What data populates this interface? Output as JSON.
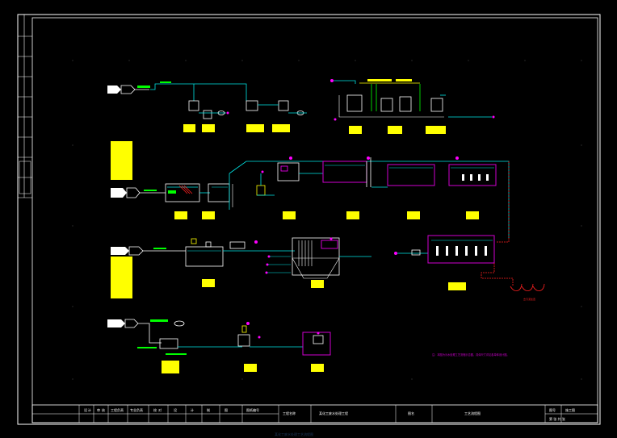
{
  "colors": {
    "background": "#000000",
    "frame": "#ffffff",
    "pipe_cyan": "#00e5e5",
    "pipe_green": "#00ff00",
    "pipe_red": "#ff2020",
    "label_yellow": "#ffff00",
    "equipment_white": "#ffffff",
    "valve_magenta": "#ff00ff",
    "tank_magenta": "#d000d0"
  },
  "title_block": {
    "row_labels": [
      "设",
      "计",
      "审",
      "核",
      "工程负责",
      "专业负责",
      "校",
      "对",
      "设",
      "计",
      "制",
      "图",
      "图纸编号"
    ],
    "project_name_label": "工程名称",
    "project_name": "某化工废水处理工程",
    "drawing_label": "图名",
    "drawing_title": "工艺流程图",
    "right_top": "图号",
    "right_top_value": "施工图",
    "right_bottom": "第 张 共 张"
  },
  "note_text": "注：本图为污水处理工艺流程示意图，具体尺寸详见各单体设计图。",
  "red_line_label": "去污泥处置",
  "bottom_caption": "某化工废水处理工艺流程图"
}
